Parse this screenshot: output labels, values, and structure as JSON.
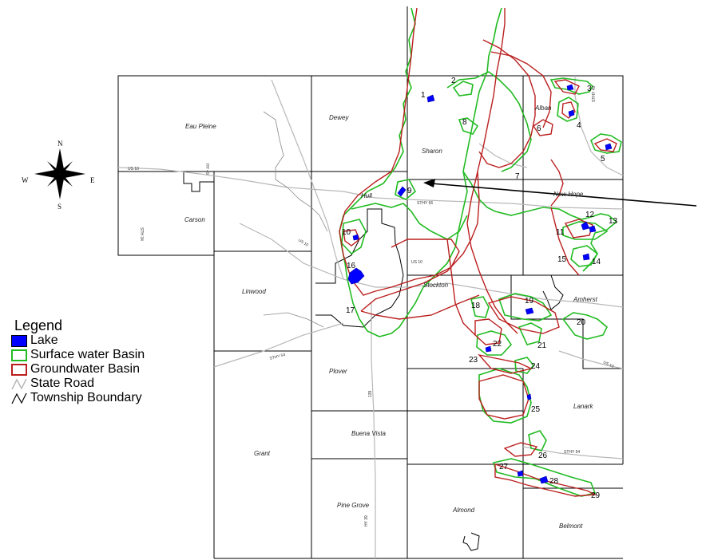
{
  "townships": [
    "Eau Pleine",
    "Dewey",
    "Alban",
    "Sharon",
    "Hull",
    "Carson",
    "New Hope",
    "Linwood",
    "Stockton",
    "Amherst",
    "Plover",
    "Lanark",
    "Buena Vista",
    "Grant",
    "Pine Grove",
    "Almond",
    "Belmont"
  ],
  "basin_numbers": [
    "1",
    "2",
    "3",
    "4",
    "5",
    "6",
    "7",
    "8",
    "9",
    "10",
    "11",
    "12",
    "13",
    "14",
    "15",
    "16",
    "17",
    "18",
    "19",
    "20",
    "21",
    "22",
    "23",
    "24",
    "25",
    "26",
    "27",
    "28",
    "29"
  ],
  "road_labels": [
    "US 10",
    "STHY 66",
    "US 10",
    "US 10",
    "STHY 54",
    "STHY 54",
    "STHY 49",
    "HY 49",
    "STH 34",
    "HY 39",
    "139"
  ],
  "compass": {
    "n": "N",
    "s": "S",
    "e": "E",
    "w": "W"
  },
  "legend": {
    "title": "Legend",
    "items": [
      {
        "label": "Lake",
        "icon": "lake-fill-swatch",
        "color": "#0000ff"
      },
      {
        "label": "Surface water Basin",
        "icon": "surface-basin-swatch",
        "color": "#22bb22"
      },
      {
        "label": "Groundwater Basin",
        "icon": "groundwater-basin-swatch",
        "color": "#cc2222"
      },
      {
        "label": "State Road",
        "icon": "state-road-swatch",
        "color": "#b8b8b8"
      },
      {
        "label": "Township Boundary",
        "icon": "township-boundary-swatch",
        "color": "#000000"
      }
    ]
  },
  "colors": {
    "surface": "#22bb22",
    "ground": "#bb1f1f",
    "lake": "#0000ff",
    "road": "#b8b8b8",
    "boundary": "#000000"
  }
}
